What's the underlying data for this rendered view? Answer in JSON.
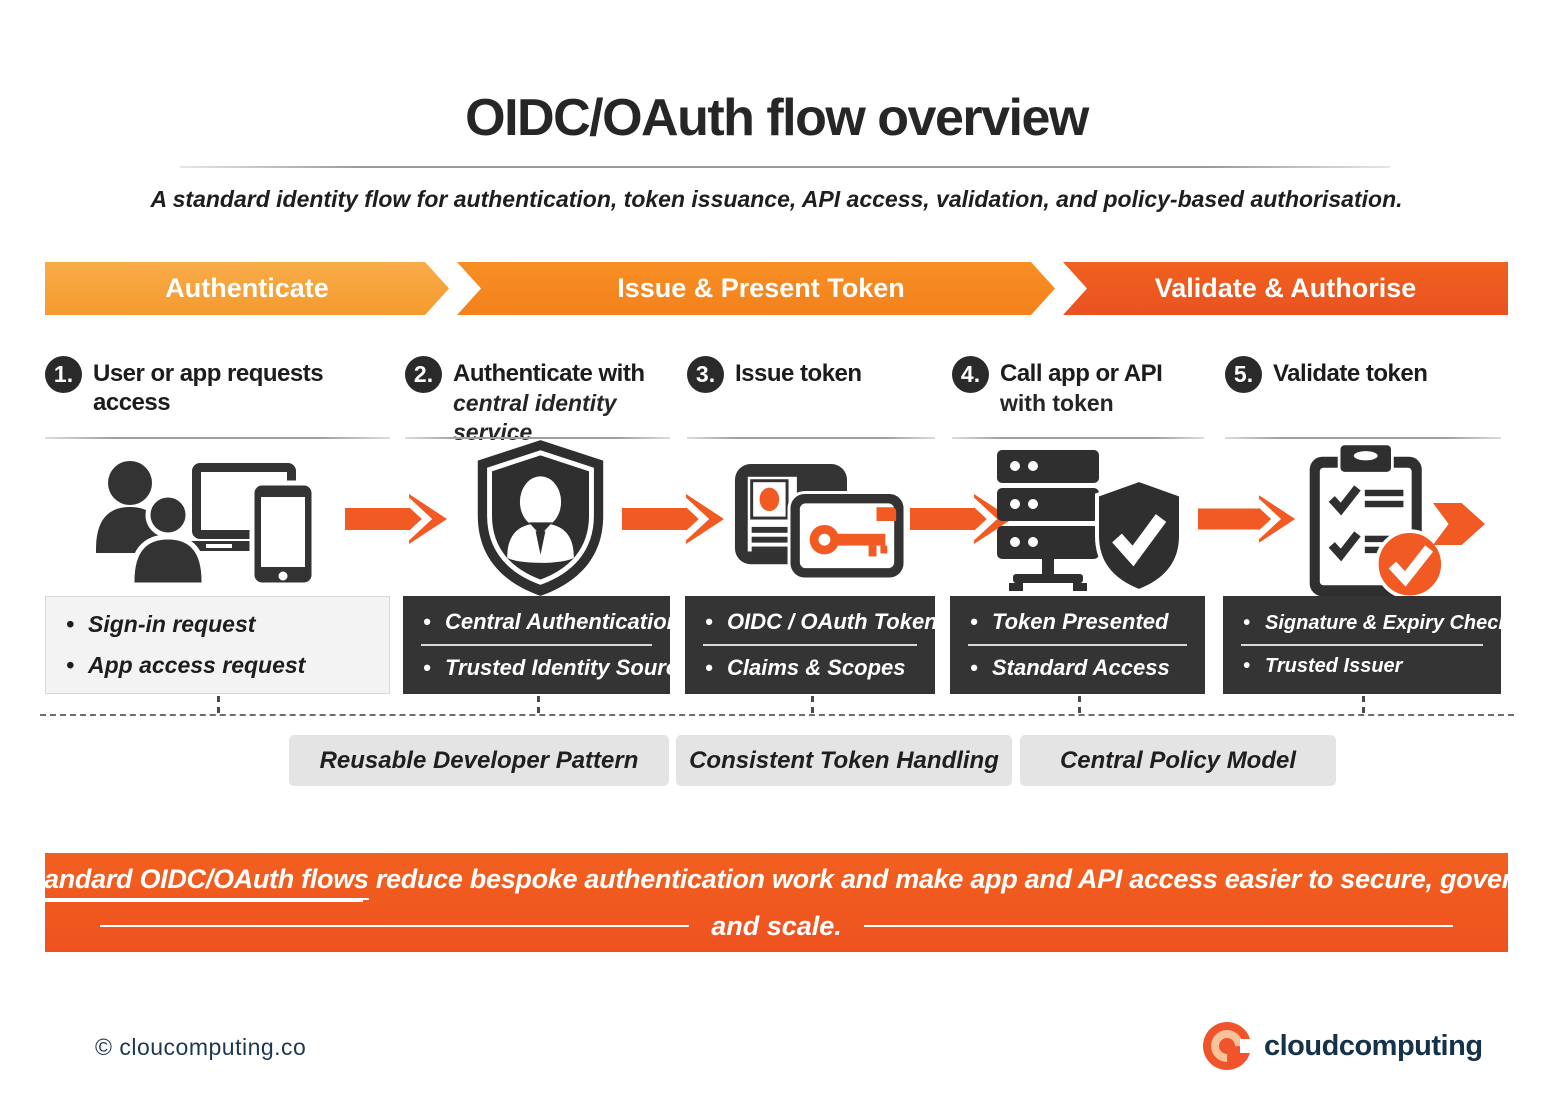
{
  "header": {
    "title": "OIDC/OAuth flow overview",
    "subtitle": "A standard identity flow for authentication, token issuance, API access, validation, and policy-based authorisation."
  },
  "phases": [
    {
      "label": "Authenticate"
    },
    {
      "label": "Issue & Present Token"
    },
    {
      "label": "Validate & Authorise"
    }
  ],
  "steps": [
    {
      "number": "1.",
      "title": "User or app requests access",
      "subtitle": "",
      "icon": "users-devices-icon",
      "details": [
        "Sign-in request",
        "App access request"
      ]
    },
    {
      "number": "2.",
      "title": "Authenticate with",
      "subtitle": "central identity service",
      "icon": "shield-user-icon",
      "details": [
        "Central Authentication",
        "Trusted Identity Source"
      ]
    },
    {
      "number": "3.",
      "title": "Issue token",
      "subtitle": "",
      "icon": "token-key-icon",
      "details": [
        "OIDC / OAuth Token",
        "Claims & Scopes"
      ]
    },
    {
      "number": "4.",
      "title": "Call app or API",
      "subtitle": "with token",
      "icon": "server-shield-icon",
      "details": [
        "Token Presented",
        "Standard Access"
      ]
    },
    {
      "number": "5.",
      "title": "Validate token",
      "subtitle": "",
      "icon": "clipboard-check-icon",
      "details": [
        "Signature & Expiry Check",
        "Trusted Issuer"
      ]
    }
  ],
  "pattern_labels": [
    "Reusable Developer Pattern",
    "Consistent Token Handling",
    "Central Policy Model"
  ],
  "summary": {
    "highlight": "Standard OIDC/OAuth flows",
    "rest_line1": "reduce bespoke authentication work and make app and API access easier to secure, govern,",
    "line2": "and scale."
  },
  "footer": {
    "copyright": "© cloucomputing.co",
    "brand": "cloudcomputing"
  },
  "colors": {
    "phase_authenticate": "#F5A23C",
    "phase_issue": "#F6861F",
    "phase_validate": "#EE5A22",
    "flow_arrow": "#F15A22",
    "dark_box": "#343434",
    "light_box": "#F3F3F3",
    "pattern_box": "#E4E4E4",
    "summary_banner": "#F05A20",
    "brand_navy": "#14324A"
  }
}
